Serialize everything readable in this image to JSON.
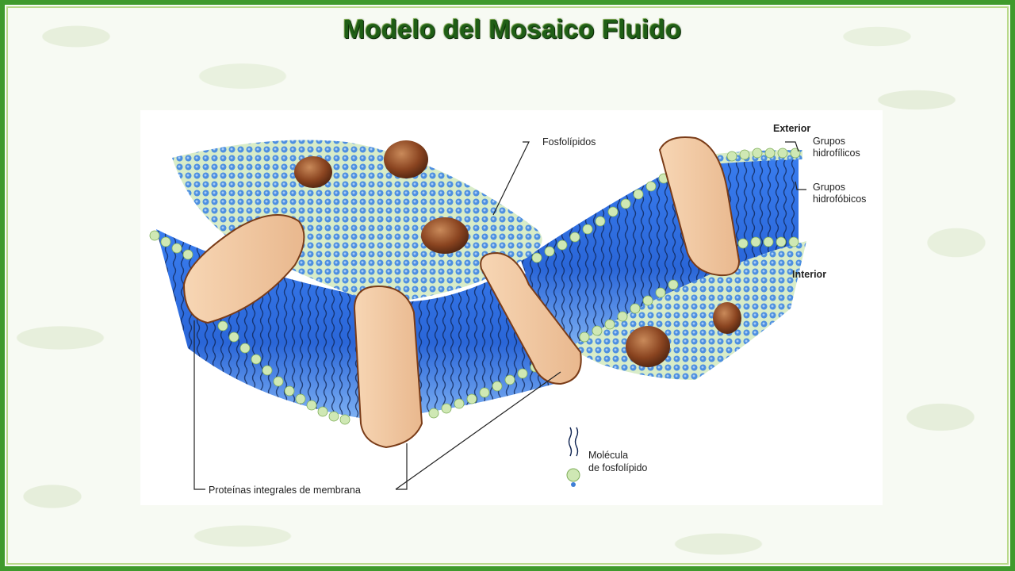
{
  "slide": {
    "title": "Modelo del Mosaico Fluido"
  },
  "diagram": {
    "labels": {
      "fosfolipidos": "Fosfolípidos",
      "exterior": "Exterior",
      "grupos_hidrofilicos_1": "Grupos",
      "grupos_hidrofilicos_2": "hidrofílicos",
      "grupos_hidrofobicos_1": "Grupos",
      "grupos_hidrofobicos_2": "hidrofóbicos",
      "interior": "Interior",
      "molecula_1": "Molécula",
      "molecula_2": "de fosfolípido",
      "proteinas": "Proteínas integrales de membrana"
    },
    "colors": {
      "head_green": "#bfe0a0",
      "head_blue": "#3f7fd6",
      "core_blue": "#2f6fe0",
      "protein_tan": "#f2c9a2",
      "protein_brown": "#8a4420",
      "frame_green": "#3f9a2c"
    }
  }
}
